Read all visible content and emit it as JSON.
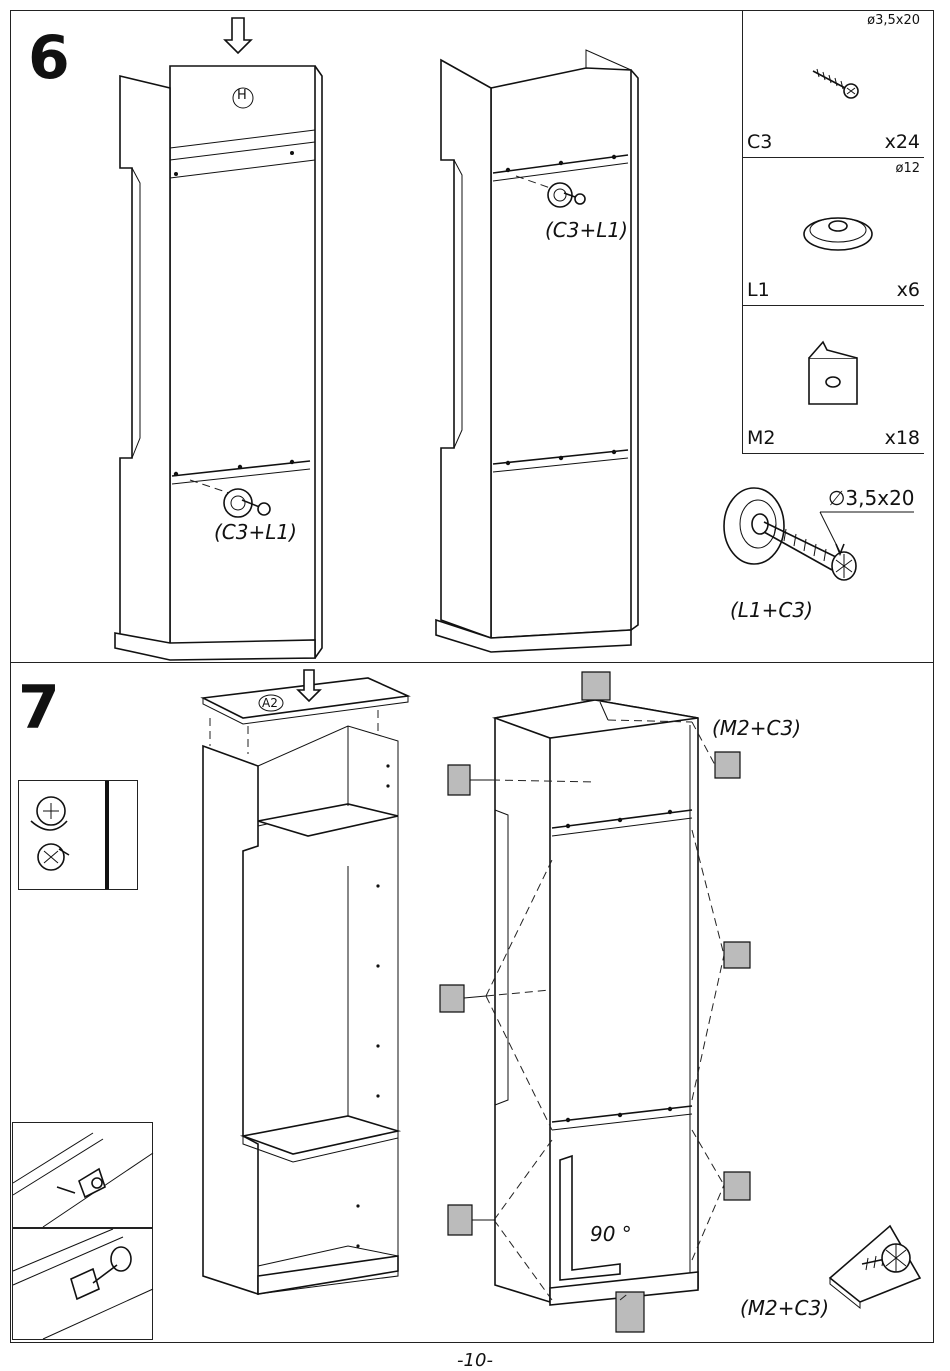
{
  "steps": [
    {
      "number": "6",
      "part_letter": "H",
      "callouts": [
        "(C3+L1)",
        "(C3+L1)"
      ]
    },
    {
      "number": "7",
      "part_letter": "A2",
      "callouts": [
        "(M2+C3)",
        "(M2+C3)"
      ],
      "angle": "90 °"
    }
  ],
  "parts": [
    {
      "code": "C3",
      "qty": "x24",
      "size": "ø3,5x20",
      "icon": "screw-icon"
    },
    {
      "code": "L1",
      "qty": "x6",
      "size": "ø12",
      "icon": "washer-icon"
    },
    {
      "code": "M2",
      "qty": "x18",
      "size": "",
      "icon": "connector-bracket-icon"
    }
  ],
  "detail": {
    "callout": "(L1+C3)",
    "dimension": "∅3,5x20"
  },
  "footer": {
    "page": "-10-"
  }
}
